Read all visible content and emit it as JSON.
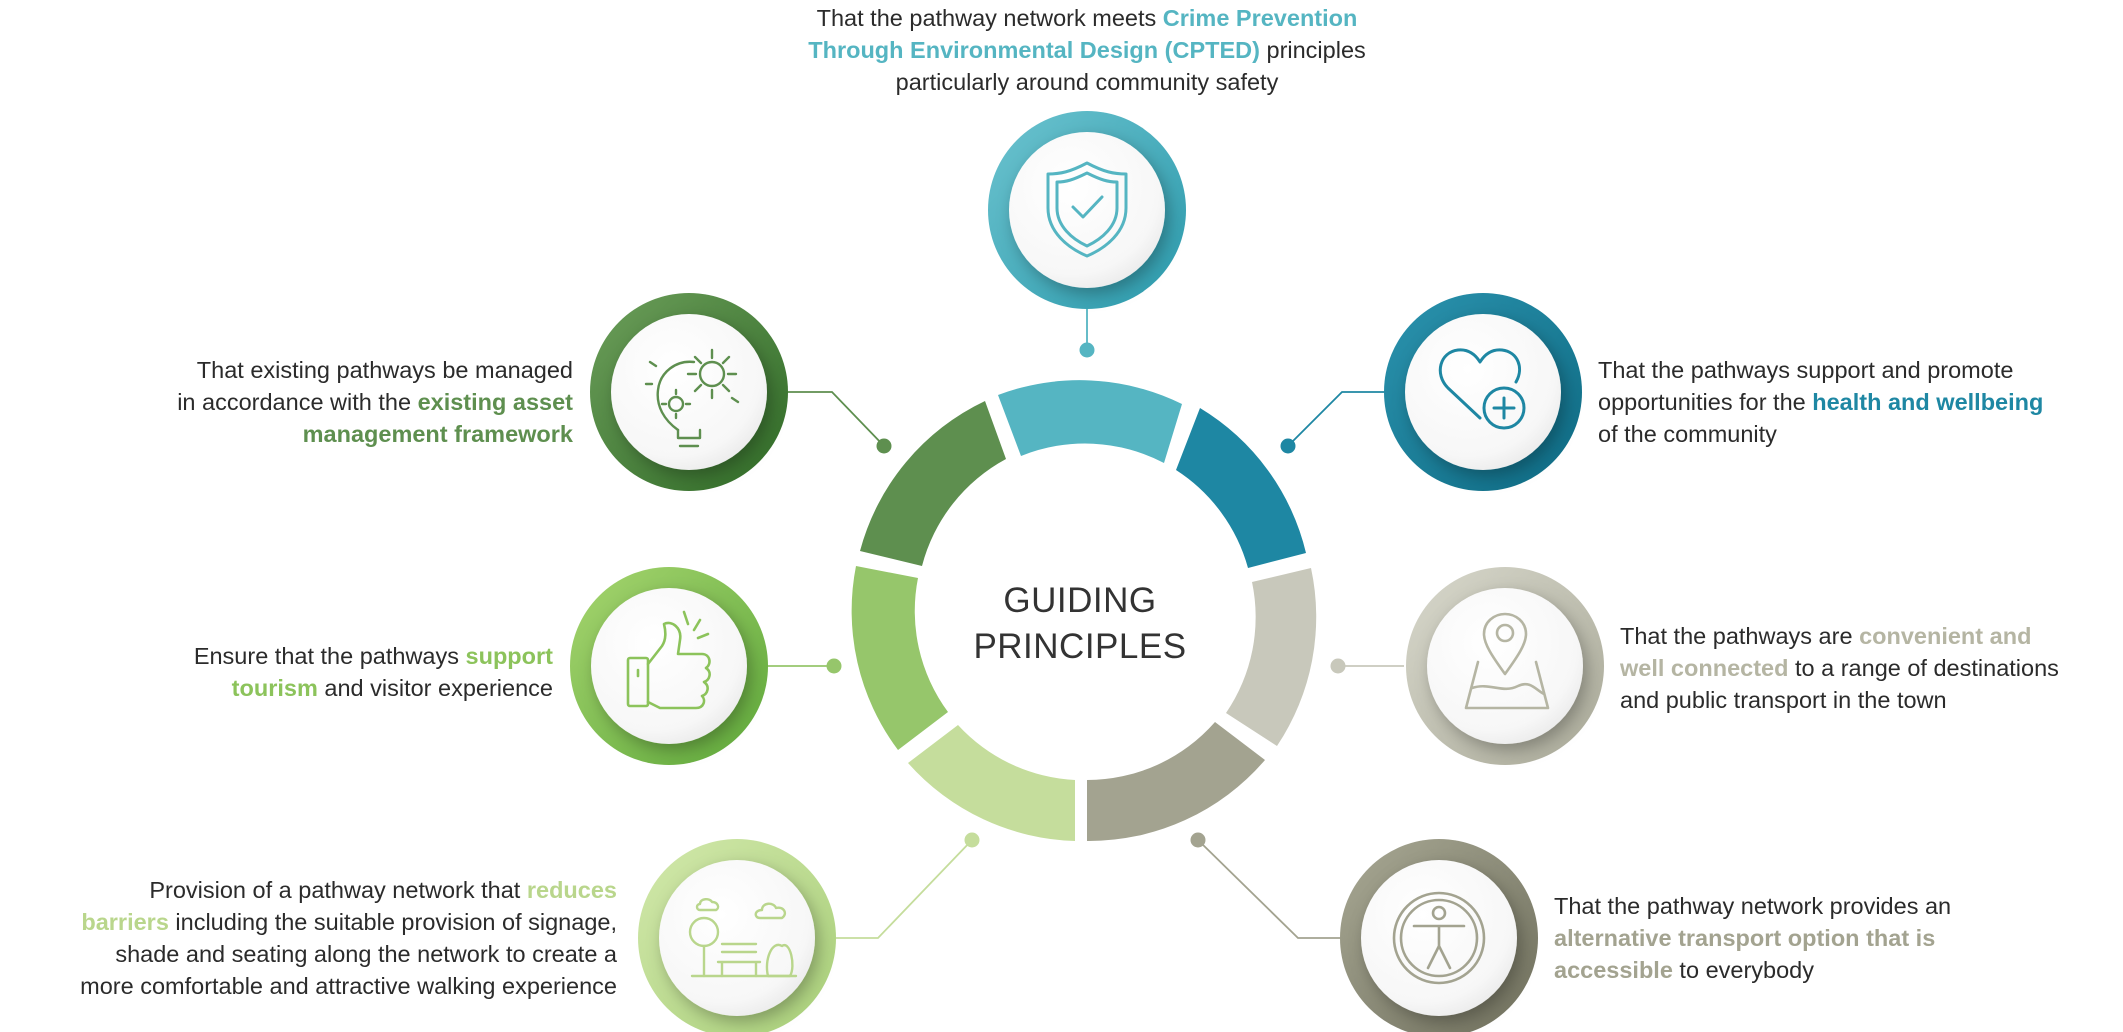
{
  "center": {
    "line1": "GUIDING",
    "line2": "PRINCIPLES"
  },
  "colors": {
    "teal_light": "#55b5c2",
    "teal_dark": "#1e87a3",
    "grey_light": "#c8c8bb",
    "grey_dark": "#a3a390",
    "green_pale": "#c5dd9c",
    "green_mid": "#96c66b",
    "green_dark": "#5e8f4f"
  },
  "principles": [
    {
      "id": "cpted",
      "icon": "shield-check-icon",
      "color": "#55b5c2",
      "lines": [
        [
          "That the pathway network meets ",
          "Crime Prevention"
        ],
        [
          "Through Environmental Design (CPTED)",
          " principles"
        ],
        [
          "particularly around community safety"
        ]
      ]
    },
    {
      "id": "health",
      "icon": "heart-plus-icon",
      "color": "#1e87a3",
      "lines": [
        [
          "That the pathways support and promote"
        ],
        [
          "opportunities for the ",
          "health and wellbeing"
        ],
        [
          "of the community"
        ]
      ]
    },
    {
      "id": "connected",
      "icon": "map-pin-icon",
      "color": "#b5b5a3",
      "lines": [
        [
          "That the pathways are ",
          "convenient and"
        ],
        [
          "well connected",
          " to a range of destinations"
        ],
        [
          "and public transport in the town"
        ]
      ]
    },
    {
      "id": "accessible",
      "icon": "accessibility-icon",
      "color": "#a3a390",
      "lines": [
        [
          "That the pathway network provides an"
        ],
        [
          "alternative transport option that is"
        ],
        [
          "accessible",
          " to everybody"
        ]
      ]
    },
    {
      "id": "barriers",
      "icon": "park-bench-icon",
      "color": "#b9d68c",
      "lines": [
        [
          "Provision of a pathway network that ",
          "reduces"
        ],
        [
          "barriers",
          " including the suitable provision of signage,"
        ],
        [
          "shade and seating along the network to create a"
        ],
        [
          "more comfortable and attractive walking experience"
        ]
      ]
    },
    {
      "id": "tourism",
      "icon": "thumbs-up-icon",
      "color": "#8cc35b",
      "lines": [
        [
          "Ensure that the pathways ",
          "support"
        ],
        [
          "tourism",
          " and visitor experience"
        ]
      ]
    },
    {
      "id": "asset",
      "icon": "gear-bulb-icon",
      "color": "#5e8f4f",
      "lines": [
        [
          "That existing pathways be managed"
        ],
        [
          "in accordance with the ",
          "existing asset"
        ],
        [
          "management framework"
        ]
      ]
    }
  ]
}
